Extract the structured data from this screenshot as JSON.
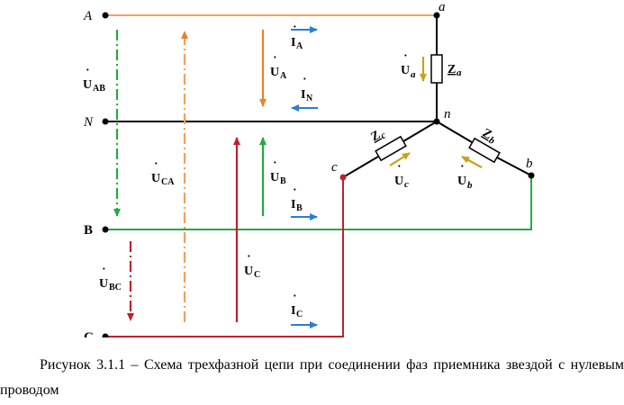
{
  "nodes": {
    "A": "A",
    "N": "N",
    "B": "B",
    "C": "C",
    "a": "a",
    "b": "b",
    "c": "c",
    "n": "n"
  },
  "impedances": {
    "a": {
      "main": "Z",
      "sub": "a"
    },
    "b": {
      "main": "Z",
      "sub": "b"
    },
    "c": {
      "main": "Z",
      "sub": "c"
    }
  },
  "currents": {
    "A": {
      "main": "I",
      "sub": "A"
    },
    "N": {
      "main": "I",
      "sub": "N"
    },
    "B": {
      "main": "I",
      "sub": "B"
    },
    "C": {
      "main": "I",
      "sub": "C"
    }
  },
  "voltages": {
    "AB": {
      "main": "U",
      "sub": "AB"
    },
    "CA": {
      "main": "U",
      "sub": "CA"
    },
    "BC": {
      "main": "U",
      "sub": "BC"
    },
    "A": {
      "main": "U",
      "sub": "A"
    },
    "B": {
      "main": "U",
      "sub": "B"
    },
    "C": {
      "main": "U",
      "sub": "C"
    },
    "a": {
      "main": "U",
      "sub": "a"
    },
    "b": {
      "main": "U",
      "sub": "b"
    },
    "c": {
      "main": "U",
      "sub": "c"
    }
  },
  "colors": {
    "phase_A": "#f0a05a",
    "neutral": "#000000",
    "phase_B": "#22aa44",
    "phase_C": "#c0202a",
    "current_arrow": "#2a7fd0",
    "load_voltage_arrow": "#c8a020",
    "arrow_A": "#e8822a",
    "arrow_B": "#22aa44",
    "arrow_C": "#c0202a"
  },
  "caption": "Рисунок 3.1.1 – Схема трехфазной цепи при соединении фаз приемника звездой с нулевым проводом"
}
